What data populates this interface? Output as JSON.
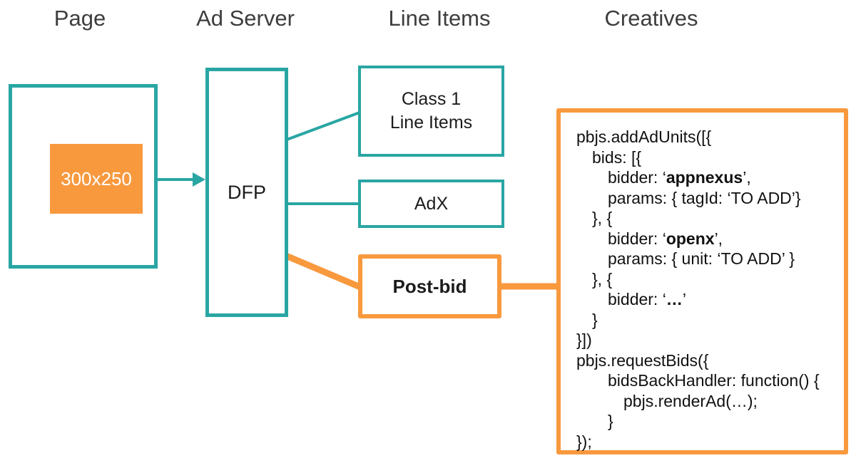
{
  "colors": {
    "teal": "#29a6a3",
    "orange": "#f8993e",
    "header_text": "#3d3d3d",
    "label_text": "#1c1c1c",
    "ad_slot_text": "#ffffff"
  },
  "headers": {
    "page": "Page",
    "ad_server": "Ad Server",
    "line_items": "Line Items",
    "creatives": "Creatives"
  },
  "page_column": {
    "ad_slot_label": "300x250"
  },
  "ad_server_column": {
    "dfp_label": "DFP"
  },
  "line_items_column": {
    "class1_line1": "Class 1",
    "class1_line2": "Line Items",
    "adx_label": "AdX",
    "postbid_label": "Post-bid"
  },
  "creatives_column": {
    "code_lines": [
      {
        "indent": 0,
        "segments": [
          {
            "text": "pbjs.addAdUnits([{"
          }
        ]
      },
      {
        "indent": 1,
        "segments": [
          {
            "text": "bids: [{"
          }
        ]
      },
      {
        "indent": 2,
        "segments": [
          {
            "text": "bidder: ‘"
          },
          {
            "text": "appnexus",
            "bold": true
          },
          {
            "text": "’,"
          }
        ]
      },
      {
        "indent": 2,
        "segments": [
          {
            "text": "params: { tagId: ‘TO ADD’}"
          }
        ]
      },
      {
        "indent": 1,
        "segments": [
          {
            "text": "}, {"
          }
        ]
      },
      {
        "indent": 2,
        "segments": [
          {
            "text": "bidder: ‘"
          },
          {
            "text": "openx",
            "bold": true
          },
          {
            "text": "’,"
          }
        ]
      },
      {
        "indent": 2,
        "segments": [
          {
            "text": "params: { unit: ‘TO ADD’ }"
          }
        ]
      },
      {
        "indent": 1,
        "segments": [
          {
            "text": "}, {"
          }
        ]
      },
      {
        "indent": 2,
        "segments": [
          {
            "text": "bidder: ‘"
          },
          {
            "text": "…",
            "bold": true
          },
          {
            "text": "’"
          }
        ]
      },
      {
        "indent": 1,
        "segments": [
          {
            "text": "}"
          }
        ]
      },
      {
        "indent": 0,
        "segments": [
          {
            "text": "}])"
          }
        ]
      },
      {
        "indent": 0,
        "segments": [
          {
            "text": "pbjs.requestBids({"
          }
        ]
      },
      {
        "indent": 2,
        "segments": [
          {
            "text": "bidsBackHandler: function() {"
          }
        ]
      },
      {
        "indent": 3,
        "segments": [
          {
            "text": "pbjs.renderAd(…);"
          }
        ]
      },
      {
        "indent": 2,
        "segments": [
          {
            "text": "}"
          }
        ]
      },
      {
        "indent": 0,
        "segments": [
          {
            "text": "});"
          }
        ]
      }
    ]
  }
}
